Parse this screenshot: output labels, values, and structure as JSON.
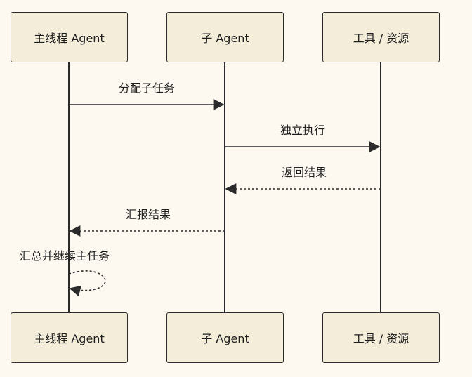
{
  "participants": {
    "main": "主线程 Agent",
    "sub": "子 Agent",
    "tools": "工具 / 资源"
  },
  "messages": {
    "assign": "分配子任务",
    "execute": "独立执行",
    "return_result": "返回结果",
    "report": "汇报结果",
    "self_continue": "汇总并继续主任务"
  },
  "colors": {
    "background": "#fdf8f0",
    "actor_fill": "#f3edda",
    "line": "#2b2b2b"
  }
}
